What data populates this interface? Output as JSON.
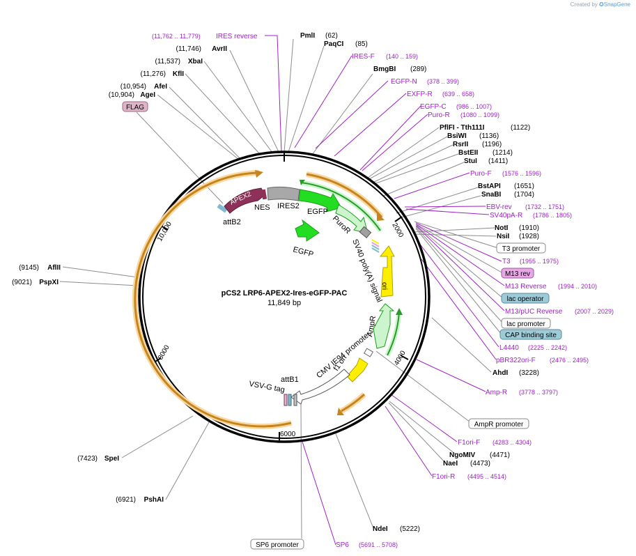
{
  "credit": {
    "prefix": "Created by",
    "brand": "SnapGene"
  },
  "plasmid": {
    "name": "pCS2 LRP6-APEX2-Ires-eGFP-PAC",
    "size_label": "11,849 bp"
  },
  "colors": {
    "primer": "#a020c8",
    "enzyme": "#000000",
    "line": "#8c8c8c",
    "orange_feature": "#f0a020",
    "green_feature": "#1fd41f",
    "pale_green": "#c8f5c8",
    "yellow_feature": "#ffee00",
    "apex2": "#8e3158",
    "gray_feature": "#a0a0a0",
    "cyan_box": "#9ecbd8",
    "pink_box": "#e0b4c8",
    "purple_box": "#e8a8e8"
  },
  "ticks": [
    "2000",
    "4000",
    "6000",
    "8000",
    "10,000"
  ],
  "enzymes_right": [
    {
      "name": "PmlI",
      "pos": "(62)"
    },
    {
      "name": "PaqCI",
      "pos": "(85)"
    },
    {
      "name": "BmgBI",
      "pos": "(289)"
    },
    {
      "name": "PflFI - Tth111I",
      "pos": "(1122)"
    },
    {
      "name": "BsiWI",
      "pos": "(1136)"
    },
    {
      "name": "RsrII",
      "pos": "(1196)"
    },
    {
      "name": "BstEII",
      "pos": "(1214)"
    },
    {
      "name": "StuI",
      "pos": "(1411)"
    },
    {
      "name": "BstAPI",
      "pos": "(1651)"
    },
    {
      "name": "SnaBI",
      "pos": "(1704)"
    },
    {
      "name": "NotI",
      "pos": "(1910)"
    },
    {
      "name": "NsiI",
      "pos": "(1928)"
    },
    {
      "name": "AhdI",
      "pos": "(3228)"
    },
    {
      "name": "NgoMIV",
      "pos": "(4471)"
    },
    {
      "name": "NaeI",
      "pos": "(4473)"
    },
    {
      "name": "NdeI",
      "pos": "(5222)"
    }
  ],
  "enzymes_left": [
    {
      "name": "AvrII",
      "pos": "(11,746)"
    },
    {
      "name": "XbaI",
      "pos": "(11,537)"
    },
    {
      "name": "KflI",
      "pos": "(11,276)"
    },
    {
      "name": "AfeI",
      "pos": "(10,954)"
    },
    {
      "name": "AgeI",
      "pos": "(10,904)"
    },
    {
      "name": "AflII",
      "pos": "(9145)"
    },
    {
      "name": "PspXI",
      "pos": "(9021)"
    },
    {
      "name": "SpeI",
      "pos": "(7423)"
    },
    {
      "name": "PshAI",
      "pos": "(6921)"
    }
  ],
  "primers": [
    {
      "name": "IRES reverse",
      "pos": "(11,762 .. 11,779)"
    },
    {
      "name": "IRES-F",
      "pos": "(140 .. 159)"
    },
    {
      "name": "EGFP-N",
      "pos": "(378 .. 399)"
    },
    {
      "name": "EXFP-R",
      "pos": "(639 .. 658)"
    },
    {
      "name": "EGFP-C",
      "pos": "(986 .. 1007)"
    },
    {
      "name": "Puro-R",
      "pos": "(1080 .. 1099)"
    },
    {
      "name": "Puro-F",
      "pos": "(1576 .. 1596)"
    },
    {
      "name": "EBV-rev",
      "pos": "(1732 .. 1751)"
    },
    {
      "name": "SV40pA-R",
      "pos": "(1786 .. 1805)"
    },
    {
      "name": "T3",
      "pos": "(1955 .. 1975)"
    },
    {
      "name": "M13 Reverse",
      "pos": "(1994 .. 2010)"
    },
    {
      "name": "M13/pUC Reverse",
      "pos": "(2007 .. 2029)"
    },
    {
      "name": "L4440",
      "pos": "(2225 .. 2242)"
    },
    {
      "name": "pBR322ori-F",
      "pos": "(2476 .. 2495)"
    },
    {
      "name": "Amp-R",
      "pos": "(3778 .. 3797)"
    },
    {
      "name": "F1ori-F",
      "pos": "(4283 .. 4304)"
    },
    {
      "name": "F1ori-R",
      "pos": "(4495 .. 4514)"
    },
    {
      "name": "SP6",
      "pos": "(5691 .. 5708)"
    }
  ],
  "boxes": [
    "FLAG",
    "T3 promoter",
    "M13 rev",
    "lac operator",
    "lac promoter",
    "CAP binding site",
    "AmpR promoter",
    "SP6 promoter"
  ],
  "features": [
    "APEX2",
    "NES",
    "IRES2",
    "EGFP",
    "PuroR",
    "SV40 poly(A) signal",
    "ori",
    "AmpR",
    "f1 ori",
    "CMV IE94 promoter",
    "attB1",
    "VSV-G tag",
    "attB2",
    "EGFP"
  ]
}
